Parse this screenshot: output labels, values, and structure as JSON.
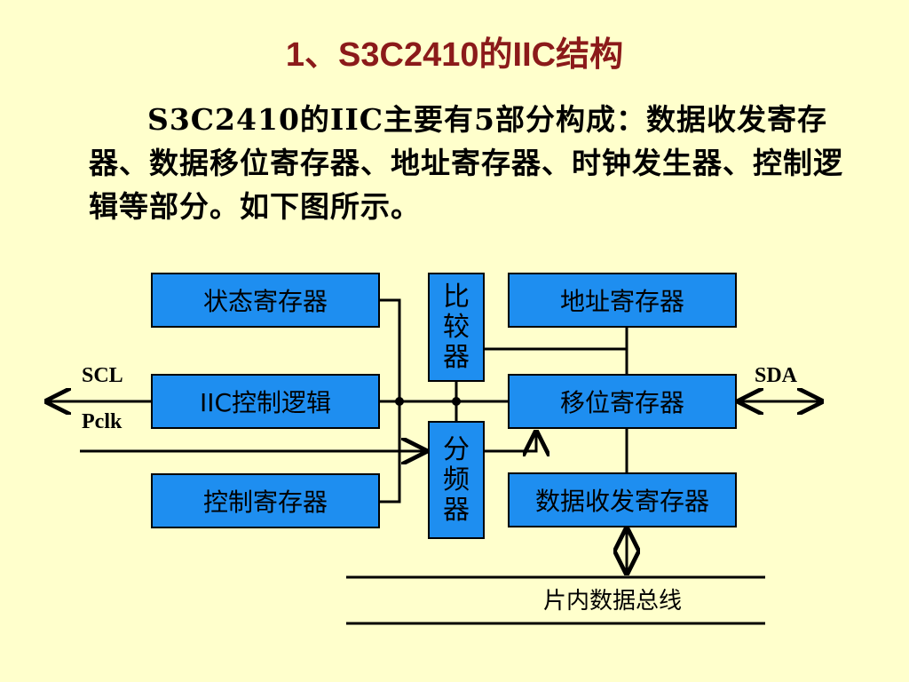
{
  "title": "1、S3C2410的IIC结构",
  "paragraph": "S3C2410的IIC主要有5部分构成：数据收发寄存器、数据移位寄存器、地址寄存器、时钟发生器、控制逻辑等部分。如下图所示。",
  "diagram": {
    "status_register": "状态寄存器",
    "iic_control_logic": "IIC控制逻辑",
    "control_register": "控制寄存器",
    "comparator": [
      "比",
      "较",
      "器"
    ],
    "divider": [
      "分",
      "频",
      "器"
    ],
    "address_register": "地址寄存器",
    "shift_register": "移位寄存器",
    "data_tx_rx_register": "数据收发寄存器",
    "scl": "SCL",
    "pclk": "Pclk",
    "sda": "SDA",
    "internal_bus": "片内数据总线"
  },
  "colors": {
    "title": "#8b1a1a",
    "box": "#1e8ef0",
    "background": "#ffffcc"
  }
}
